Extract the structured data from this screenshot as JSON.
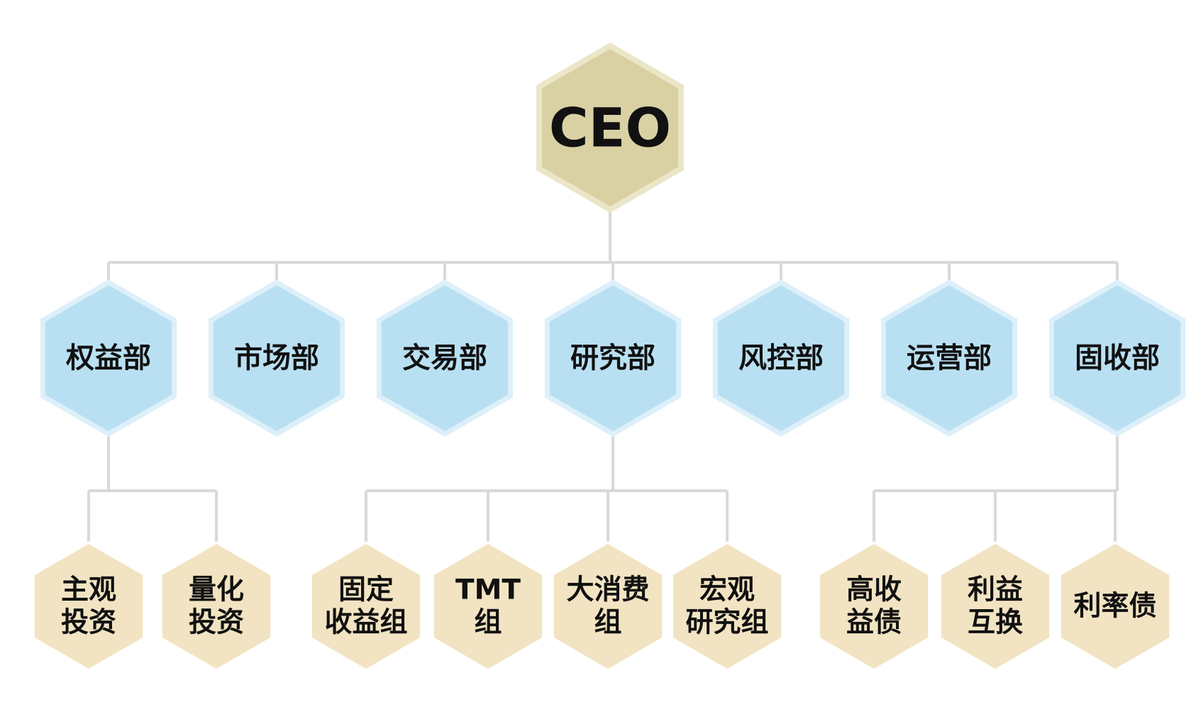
{
  "diagram": {
    "type": "org-chart",
    "ceo": {
      "label": "CEO",
      "fill": "#d9d1a3",
      "border": "#ebe6c8"
    },
    "department_style": {
      "fill": "#b9e0f2",
      "border": "#ddf0fa"
    },
    "group_style": {
      "fill": "#f2e4c2",
      "border": "#ffffff"
    },
    "connector_color": "#d9d9d9",
    "departments": [
      {
        "id": "equity",
        "label": "权益部",
        "children": [
          {
            "id": "subjective-investment",
            "lines": [
              "主观",
              "投资"
            ]
          },
          {
            "id": "quant-investment",
            "lines": [
              "量化",
              "投资"
            ]
          }
        ]
      },
      {
        "id": "marketing",
        "label": "市场部",
        "children": []
      },
      {
        "id": "trading",
        "label": "交易部",
        "children": []
      },
      {
        "id": "research",
        "label": "研究部",
        "children": [
          {
            "id": "fixed-income-group",
            "lines": [
              "固定",
              "收益组"
            ]
          },
          {
            "id": "tmt-group",
            "lines": [
              "TMT",
              "组"
            ]
          },
          {
            "id": "consumer-group",
            "lines": [
              "大消费",
              "组"
            ]
          },
          {
            "id": "macro-research-group",
            "lines": [
              "宏观",
              "研究组"
            ]
          }
        ]
      },
      {
        "id": "risk-control",
        "label": "风控部",
        "children": []
      },
      {
        "id": "operations",
        "label": "运营部",
        "children": []
      },
      {
        "id": "fixed-income",
        "label": "固收部",
        "children": [
          {
            "id": "high-yield-bonds",
            "lines": [
              "高收",
              "益债"
            ]
          },
          {
            "id": "interest-rate-swaps",
            "lines": [
              "利益",
              "互换"
            ]
          },
          {
            "id": "rate-bonds",
            "lines": [
              "利率债"
            ]
          }
        ]
      }
    ]
  }
}
